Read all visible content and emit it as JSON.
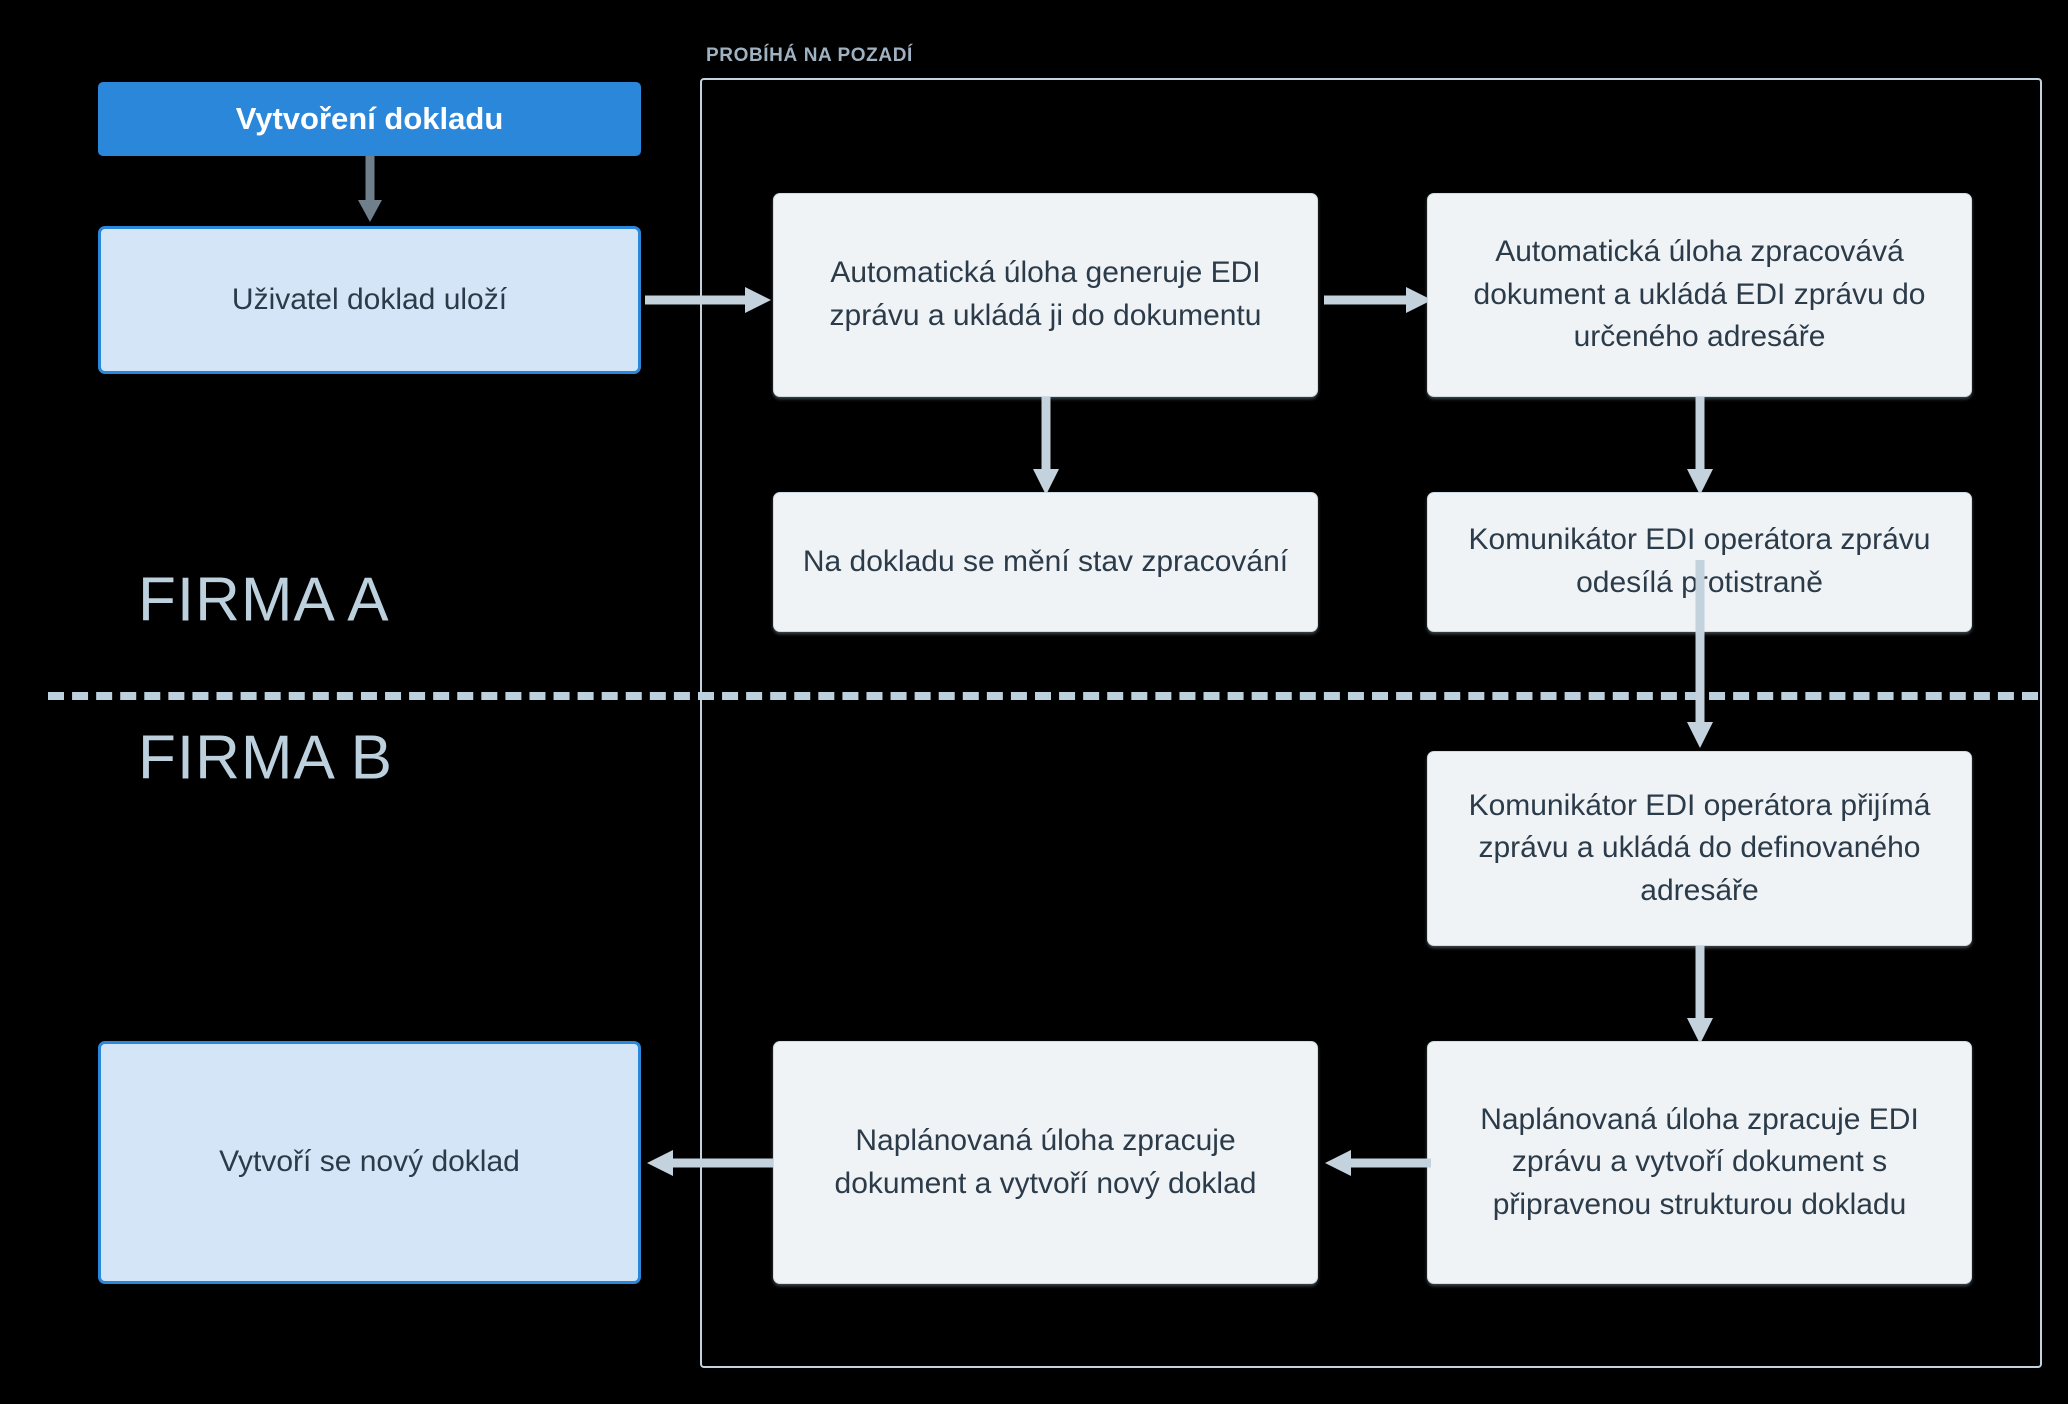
{
  "diagram": {
    "title_boxes": {
      "start": "Vytvoření dokladu"
    },
    "frame": {
      "label": "PROBÍHÁ NA POZADÍ"
    },
    "lanes": [
      {
        "name": "FIRMA A"
      },
      {
        "name": "FIRMA B"
      }
    ],
    "nodes": [
      {
        "id": "start",
        "type": "header",
        "text": "Vytvoření dokladu"
      },
      {
        "id": "save",
        "type": "useraction",
        "text": "Uživatel doklad uloží"
      },
      {
        "id": "gen",
        "type": "process",
        "text": "Automatická úloha generuje EDI zprávu a ukládá ji do dokumentu"
      },
      {
        "id": "proc",
        "type": "process",
        "text": "Automatická úloha zpracovává dokument a ukládá EDI zprávu do určeného adresáře"
      },
      {
        "id": "statechange",
        "type": "process",
        "text": "Na dokladu se mění stav zpracování"
      },
      {
        "id": "send",
        "type": "process",
        "text": "Komunikátor EDI operátora zprávu odesílá protistraně"
      },
      {
        "id": "receive",
        "type": "process",
        "text": "Komunikátor EDI operátora přijímá zprávu a ukládá do definovaného adresáře"
      },
      {
        "id": "scheduled1",
        "type": "process",
        "text": "Naplánovaná úloha zpracuje EDI zprávu a vytvoří dokument s připravenou strukturou dokladu"
      },
      {
        "id": "scheduled2",
        "type": "process",
        "text": "Naplánovaná úloha zpracuje dokument a vytvoří nový doklad"
      },
      {
        "id": "newdoc",
        "type": "useraction",
        "text": "Vytvoří se nový doklad"
      }
    ],
    "colors": {
      "background": "#000000",
      "header_fill": "#2a87da",
      "user_fill": "#d3e5f6",
      "user_border": "#2a87da",
      "process_fill": "#eff3f6",
      "process_border": "#cfdbe4",
      "frame_border": "#c3d2dd",
      "lane_text": "#bdd0dd",
      "arrow": "#c3d2dd",
      "arrow_dark": "#6f7f8c",
      "body_text": "#2c3b49"
    }
  }
}
